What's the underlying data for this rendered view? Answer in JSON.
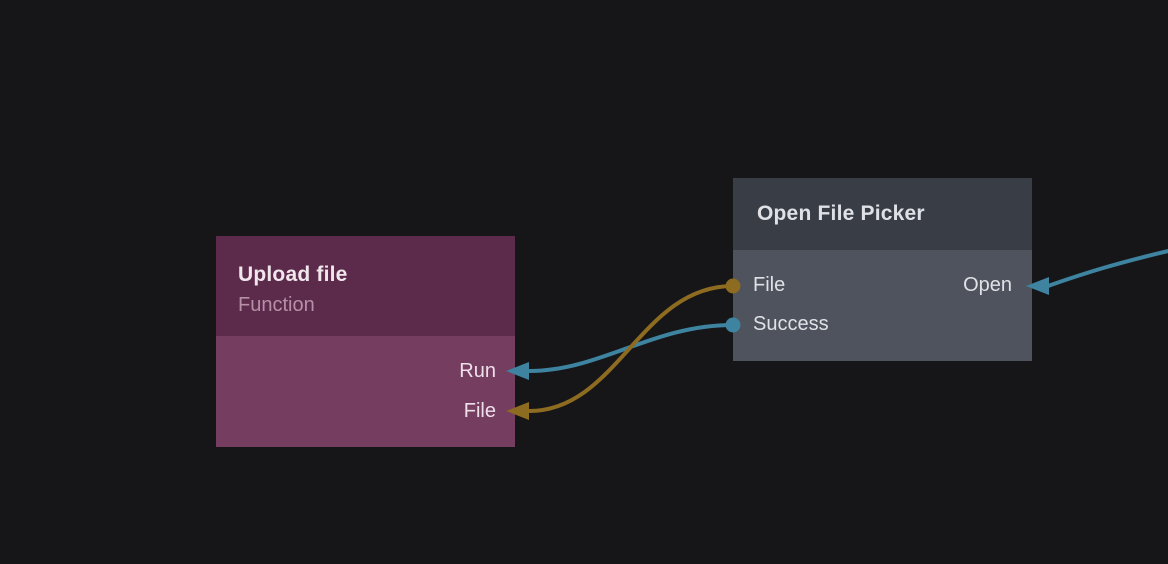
{
  "theme": {
    "bg": "#161618",
    "upload_header": "#5c2a4b",
    "upload_body": "#753d60",
    "upload_title": "#f0e7ed",
    "upload_subtitle": "#b690a7",
    "upload_port_text": "#eee0e9",
    "picker_header": "#393d46",
    "picker_body": "#4f535d",
    "picker_text": "#dfe1e6"
  },
  "nodes": [
    {
      "id": "upload-file",
      "title": "Upload file",
      "subtitle": "Function",
      "inputs": [
        {
          "label": "Run"
        },
        {
          "label": "File"
        }
      ]
    },
    {
      "id": "open-file-picker",
      "title": "Open File Picker",
      "inputs": [
        {
          "label": "File",
          "connector_color": "#8d6b20"
        },
        {
          "label": "Success",
          "connector_color": "#3e84a0"
        }
      ],
      "outputs": [
        {
          "label": "Open"
        }
      ]
    }
  ],
  "wires": [
    {
      "id": "success-to-run",
      "from": "open-file-picker.Success",
      "to": "upload-file.Run",
      "color": "#3e84a0"
    },
    {
      "id": "file-to-file",
      "from": "open-file-picker.File",
      "to": "upload-file.File",
      "color": "#8d6b20"
    },
    {
      "id": "incoming-to-open",
      "from": "offscreen-right",
      "to": "open-file-picker.Open",
      "color": "#3e84a0"
    }
  ]
}
